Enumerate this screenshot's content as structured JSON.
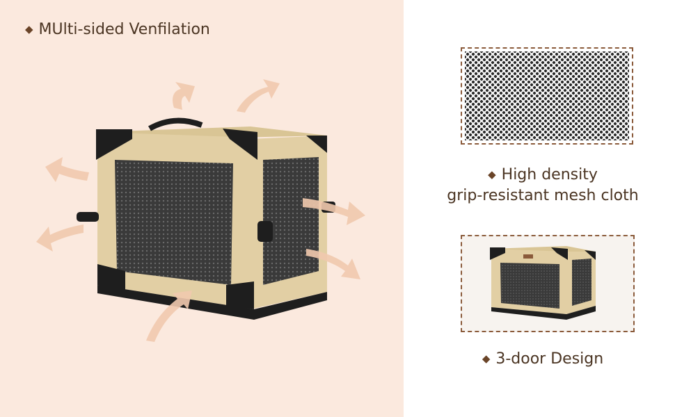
{
  "ventilation": {
    "bullet": "◆",
    "heading": "MUlti-sided Venfilation"
  },
  "mesh": {
    "bullet": "◆",
    "caption_line1": "High density",
    "caption_line2": "grip-resistant mesh cloth"
  },
  "doors": {
    "bullet": "◆",
    "caption": "3-door Design"
  },
  "colors": {
    "left_background": "#fbe9de",
    "text": "#4a3422",
    "crate_fabric": "#e2cfa4",
    "crate_trim": "#1e1e1e",
    "arrow": "#f1c9ae"
  }
}
